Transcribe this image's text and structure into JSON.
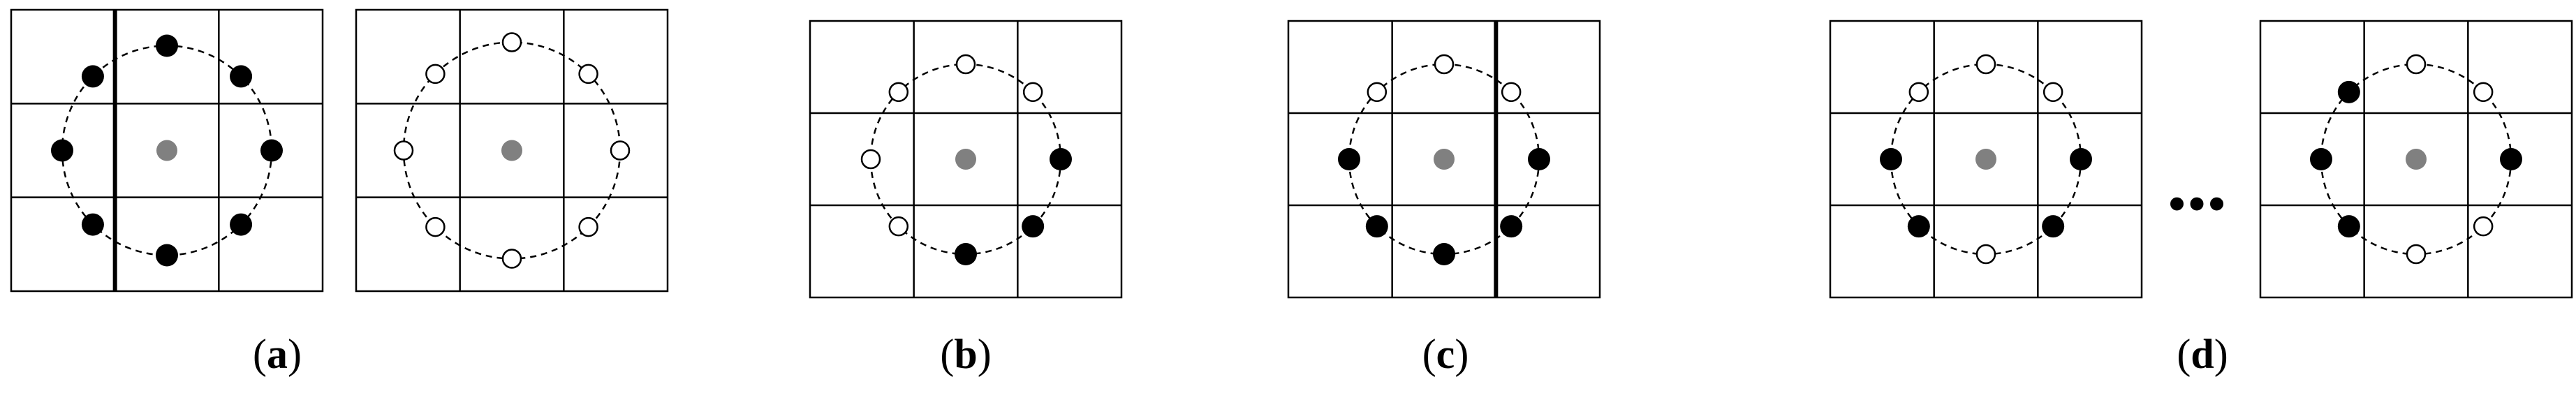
{
  "colors": {
    "grid_line": "#000000",
    "circle_line": "#000000",
    "center_point": "#808080",
    "filled_point": "#000000",
    "hollow_point_fill": "#ffffff",
    "hollow_point_stroke": "#000000"
  },
  "glyph_sets": [
    {
      "label": "a",
      "grids": [
        {
          "states": [
            "f",
            "f",
            "f",
            "f",
            "f",
            "f",
            "f",
            "f"
          ],
          "emphasis": "thick-left"
        },
        {
          "states": [
            "h",
            "h",
            "h",
            "h",
            "h",
            "h",
            "h",
            "h"
          ],
          "emphasis": "none"
        }
      ]
    },
    {
      "label": "b",
      "grids": [
        {
          "states": [
            "h",
            "h",
            "h",
            "h",
            "f",
            "f",
            "f",
            "h"
          ],
          "emphasis": "none"
        }
      ]
    },
    {
      "label": "c",
      "grids": [
        {
          "states": [
            "f",
            "h",
            "h",
            "h",
            "f",
            "f",
            "f",
            "f"
          ],
          "emphasis": "thick-right"
        }
      ]
    },
    {
      "label": "d",
      "grids": [
        {
          "states": [
            "f",
            "h",
            "h",
            "h",
            "f",
            "f",
            "h",
            "f"
          ],
          "emphasis": "none"
        },
        {
          "states": [
            "f",
            "f",
            "h",
            "h",
            "f",
            "h",
            "h",
            "f"
          ],
          "emphasis": "none"
        }
      ]
    }
  ],
  "ellipsis": "•••"
}
